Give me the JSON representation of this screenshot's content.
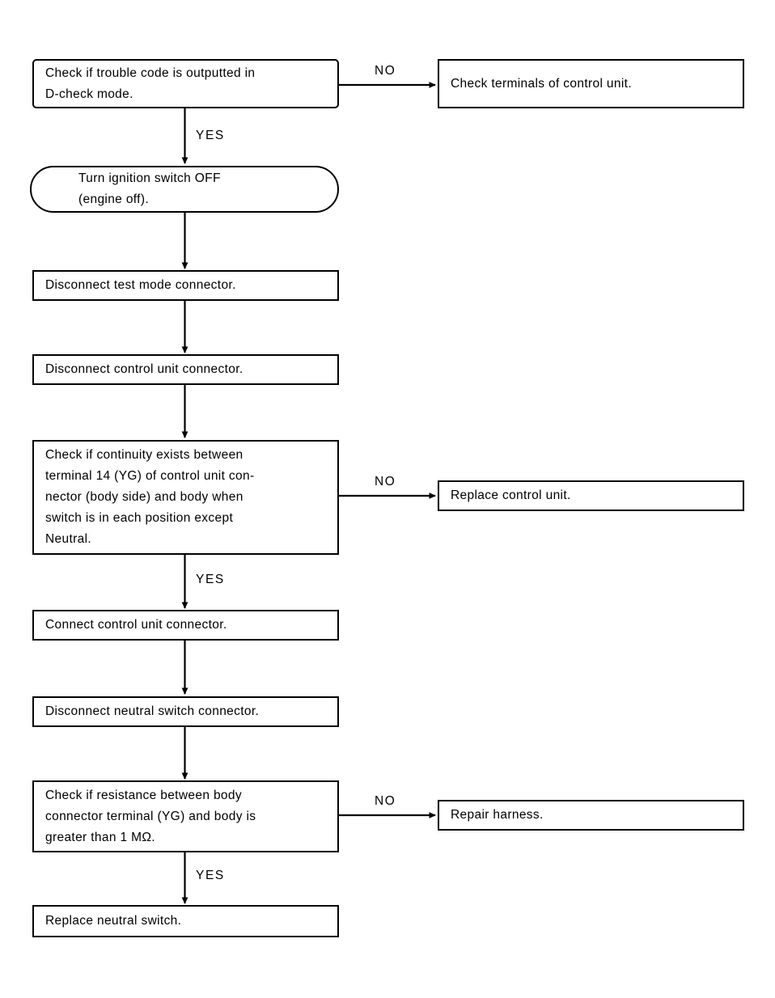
{
  "diagram": {
    "title": "Neutral switch trouble diagnosis flowchart",
    "ink_color": "#000000",
    "paper_color": "#ffffff",
    "nodes": [
      {
        "id": "n1",
        "shape": "rounded-rect-thin",
        "text": "Check if trouble code is outputted in\nD-check mode."
      },
      {
        "id": "n1r",
        "shape": "rect",
        "text": "Check terminals of control unit."
      },
      {
        "id": "n2",
        "shape": "stadium",
        "text": "Turn ignition switch OFF\n(engine off)."
      },
      {
        "id": "n3",
        "shape": "rect",
        "text": "Disconnect test mode connector."
      },
      {
        "id": "n4",
        "shape": "rect",
        "text": "Disconnect control unit connector."
      },
      {
        "id": "n5",
        "shape": "rect",
        "text": "Check if continuity exists between\nterminal 14 (YG) of control unit con-\nnector (body side) and body when\nswitch is in each position except\nNeutral."
      },
      {
        "id": "n5r",
        "shape": "rect",
        "text": "Replace control unit."
      },
      {
        "id": "n6",
        "shape": "rect",
        "text": "Connect control unit connector."
      },
      {
        "id": "n7",
        "shape": "rect",
        "text": "Disconnect neutral switch connector."
      },
      {
        "id": "n8",
        "shape": "rect",
        "text": "Check if resistance between body\nconnector terminal (YG) and body is\ngreater than 1 MΩ."
      },
      {
        "id": "n8r",
        "shape": "rect",
        "text": "Repair harness."
      },
      {
        "id": "n9",
        "shape": "rect",
        "text": "Replace neutral switch."
      }
    ],
    "edge_labels": [
      {
        "id": "e1no",
        "text": "NO"
      },
      {
        "id": "e1yes",
        "text": "YES"
      },
      {
        "id": "e5no",
        "text": "NO"
      },
      {
        "id": "e5yes",
        "text": "YES"
      },
      {
        "id": "e8no",
        "text": "NO"
      },
      {
        "id": "e8yes",
        "text": "YES"
      }
    ]
  }
}
